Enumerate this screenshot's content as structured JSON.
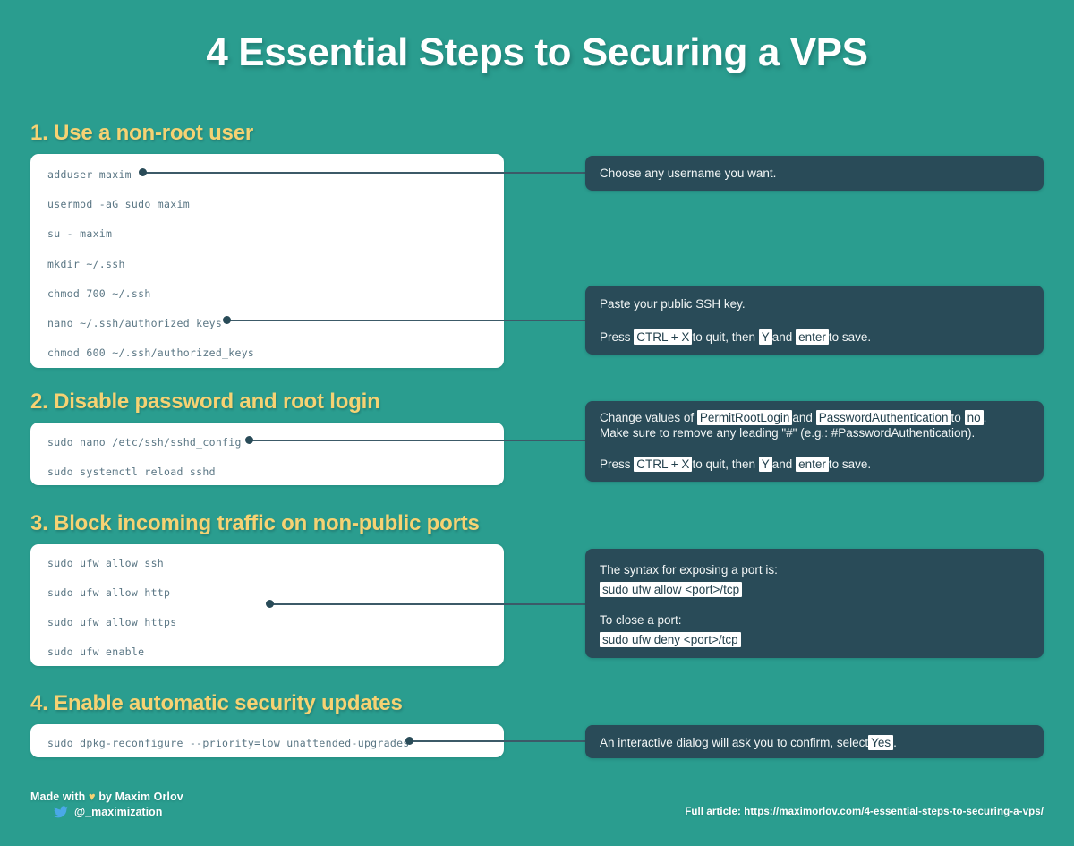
{
  "title": "4 Essential Steps to Securing a VPS",
  "background_color": "#2a9d8f",
  "heading_color": "#f6d273",
  "note_box_color": "#294b58",
  "card_color": "#ffffff",
  "steps": [
    {
      "heading": "1. Use a non-root user",
      "commands": [
        "adduser maxim",
        "usermod -aG sudo maxim",
        "su - maxim",
        "mkdir ~/.ssh",
        "chmod 700 ~/.ssh",
        "nano ~/.ssh/authorized_keys",
        "chmod 600 ~/.ssh/authorized_keys"
      ],
      "notes": [
        {
          "lines": [
            "Choose any username you want."
          ]
        },
        {
          "lines": [
            "Paste your public SSH key.",
            "Press CTRL + X to quit, then Y and enter to save."
          ],
          "keys": [
            "CTRL + X",
            "Y",
            "enter"
          ]
        }
      ]
    },
    {
      "heading": "2. Disable password and root login",
      "commands": [
        "sudo nano /etc/ssh/sshd_config",
        "sudo systemctl reload sshd"
      ],
      "notes": [
        {
          "lines": [
            "Change values of PermitRootLogin and PasswordAuthentication to no .",
            "Make sure to remove any leading \"#\" (e.g.: #PasswordAuthentication).",
            "Press CTRL + X to quit, then Y and enter to save."
          ],
          "keys": [
            "PermitRootLogin",
            "PasswordAuthentication",
            "no",
            "CTRL + X",
            "Y",
            "enter"
          ]
        }
      ]
    },
    {
      "heading": "3. Block incoming traffic on non-public ports",
      "commands": [
        "sudo ufw allow ssh",
        "sudo ufw allow http",
        "sudo ufw allow https",
        "sudo ufw enable"
      ],
      "notes": [
        {
          "lines": [
            "The syntax for exposing a port is:",
            "sudo ufw allow <port>/tcp",
            "To close a port:",
            "sudo ufw deny <port>/tcp"
          ],
          "keys": [
            "sudo ufw allow <port>/tcp",
            "sudo ufw deny <port>/tcp"
          ]
        }
      ]
    },
    {
      "heading": "4. Enable automatic security updates",
      "commands": [
        "sudo dpkg-reconfigure --priority=low unattended-upgrades"
      ],
      "notes": [
        {
          "lines": [
            "An interactive dialog will ask you to confirm, select Yes ."
          ],
          "keys": [
            "Yes"
          ]
        }
      ]
    }
  ],
  "note_text": {
    "n1_choose": "Choose any username you want.",
    "n2_paste": "Paste your public SSH key.",
    "press_prefix": "Press",
    "key_ctrlx": "CTRL + X",
    "press_mid1": "to quit, then",
    "key_y": "Y",
    "press_mid2": "and",
    "key_enter": "enter",
    "press_suffix": "to save.",
    "change_prefix": "Change values of",
    "key_permitrootlogin": "PermitRootLogin",
    "change_mid": "and",
    "key_passwordauthentication": "PasswordAuthentication",
    "change_to": "to",
    "key_no": "no",
    "change_period": ".",
    "make_sure": "Make sure to remove any leading \"#\" (e.g.: #PasswordAuthentication).",
    "syntax_label": "The syntax for exposing a port is:",
    "syntax_cmd": "sudo ufw allow <port>/tcp",
    "close_label": "To close a port:",
    "close_cmd": "sudo ufw deny <port>/tcp",
    "dialog_prefix": "An interactive dialog will ask you to confirm, select",
    "key_yes": "Yes",
    "dialog_suffix": "."
  },
  "footer": {
    "made_with_prefix": "Made with",
    "heart": "♥",
    "made_with_suffix": "by Maxim Orlov",
    "handle": "@_maximization",
    "article": "Full article: https://maximorlov.com/4-essential-steps-to-securing-a-vps/"
  }
}
